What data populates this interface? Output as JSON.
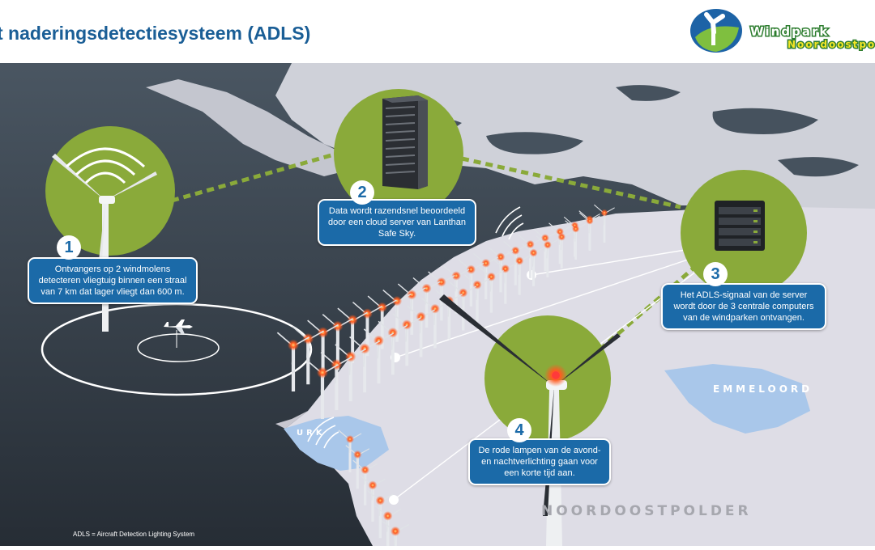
{
  "header": {
    "title": "t naderingsdetectiesysteem (ADLS)",
    "logo_text_1": "Windpark",
    "logo_text_2": "Noordoostpolder"
  },
  "steps": [
    {
      "number": "1",
      "text": "Ontvangers op 2 windmolens detecteren vliegtuig binnen een straal van 7 km dat lager vliegt dan 600 m."
    },
    {
      "number": "2",
      "text": "Data wordt razendsnel beoordeeld door een cloud server van Lanthan Safe Sky."
    },
    {
      "number": "3",
      "text": "Het ADLS-signaal van de server wordt door de 3 centrale computers van de windparken ontvangen."
    },
    {
      "number": "4",
      "text": "De rode lampen van de avond- en nachtverlichting gaan voor een korte tijd aan."
    }
  ],
  "places": {
    "emmeloord": "EMMELOORD",
    "urk": "URK",
    "region": "NOORDOOSTPOLDER"
  },
  "footnote": "ADLS = Aircraft Detection Lighting System",
  "colors": {
    "title": "#1a5e96",
    "callout_box": "#1b6aa8",
    "circle_green": "#8aaa3a",
    "sea": "#3b4550",
    "land": "#dddde6",
    "town": "#a9c7ea",
    "lamp": "#ff5a1f"
  },
  "icons": [
    "wind-turbine-icon",
    "server-rack-icon",
    "server-cabinet-icon",
    "airplane-icon",
    "signal-waves-icon"
  ]
}
